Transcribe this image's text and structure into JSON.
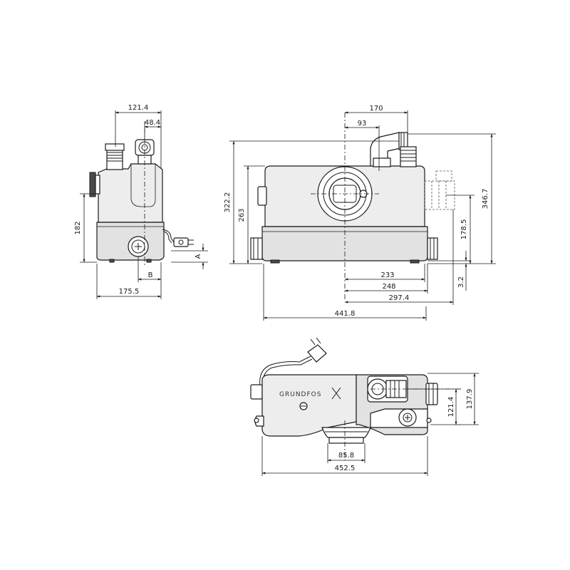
{
  "side_view": {
    "dim_width_top": "121.4",
    "dim_outlet_offset": "48.4",
    "dim_height": "182",
    "dim_depth": "175.5",
    "label_a": "A",
    "label_b": "B"
  },
  "front_view": {
    "dim_outlet_170": "170",
    "dim_outlet_93": "93",
    "dim_height_322": "322.2",
    "dim_height_263": "263",
    "dim_height_346": "346.7",
    "dim_height_178": "178.5",
    "dim_foot_3": "3.2",
    "dim_233": "233",
    "dim_248": "248",
    "dim_297": "297.4",
    "dim_441": "441.8"
  },
  "top_view": {
    "brand": "GRUNDFOS",
    "dim_121": "121.4",
    "dim_137": "137.9",
    "dim_85": "85.8",
    "dim_452": "452.5"
  }
}
